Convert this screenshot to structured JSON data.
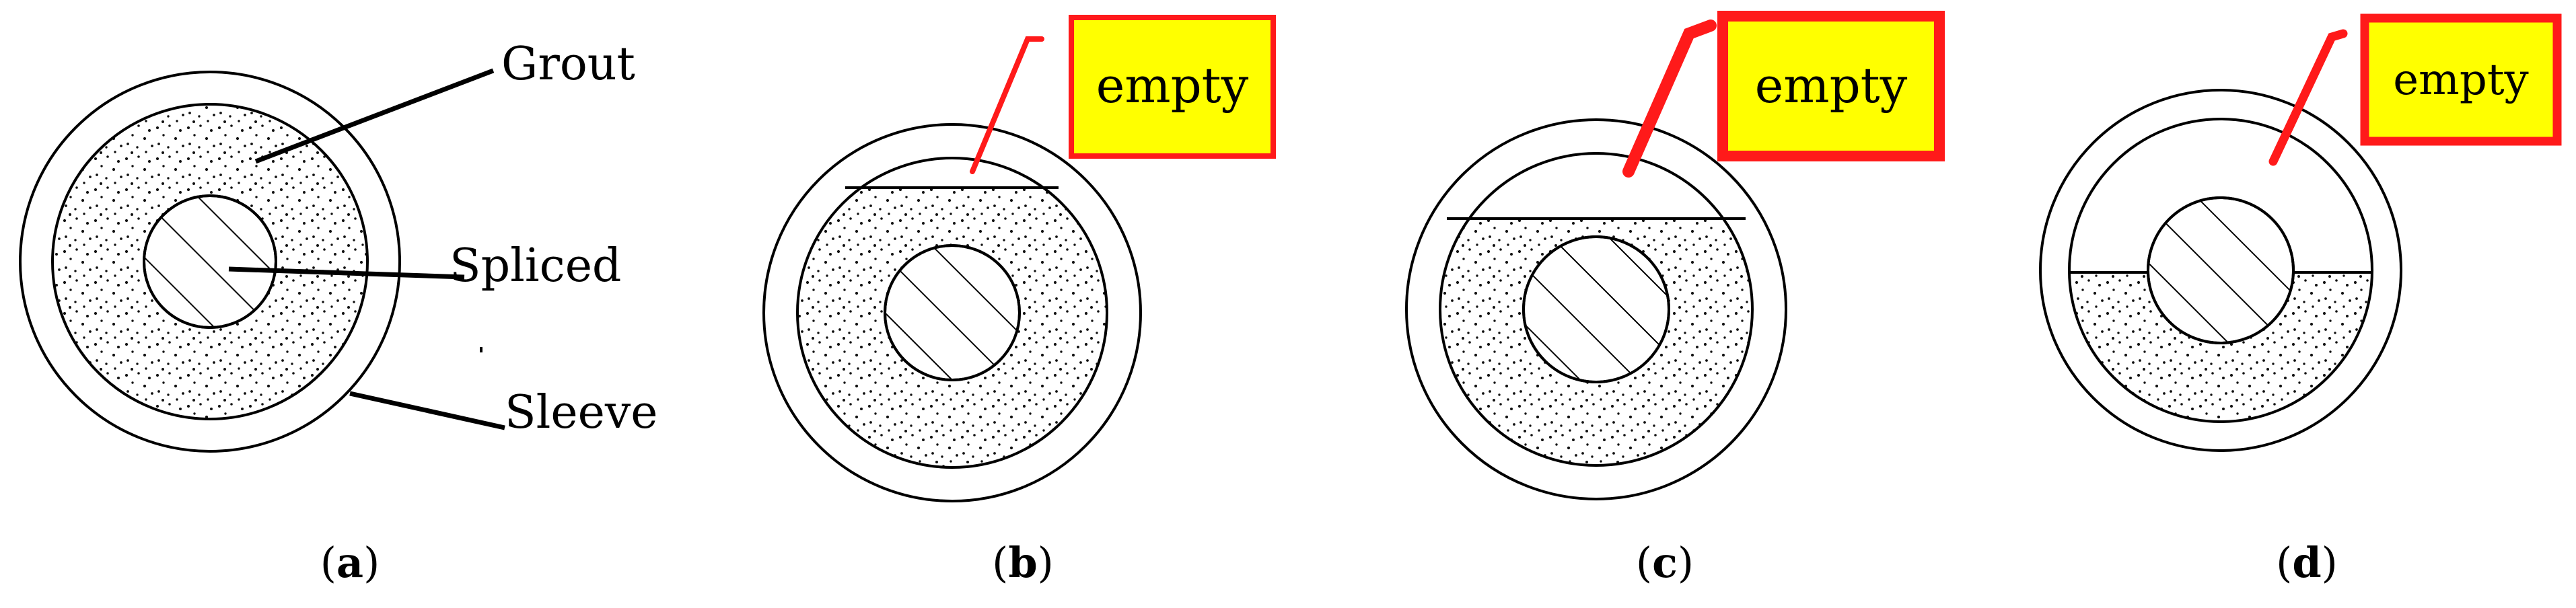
{
  "labels": {
    "grout": "Grout",
    "spliced": "Spliced",
    "sleeve": "Sleeve",
    "empty": "empty"
  },
  "captions": [
    {
      "open": "(",
      "letter": "a",
      "close": ")"
    },
    {
      "open": "(",
      "letter": "b",
      "close": ")"
    },
    {
      "open": "(",
      "letter": "c",
      "close": ")"
    },
    {
      "open": "(",
      "letter": "d",
      "close": ")"
    }
  ],
  "panels": [
    {
      "id": "a",
      "grout_fill": "full"
    },
    {
      "id": "b",
      "grout_fill": "nearly full, void at top"
    },
    {
      "id": "c",
      "grout_fill": "about two-thirds"
    },
    {
      "id": "d",
      "grout_fill": "about half"
    }
  ],
  "colors": {
    "callout_fill": "#ffff00",
    "callout_border": "#ff1a1a",
    "ink": "#000000"
  }
}
